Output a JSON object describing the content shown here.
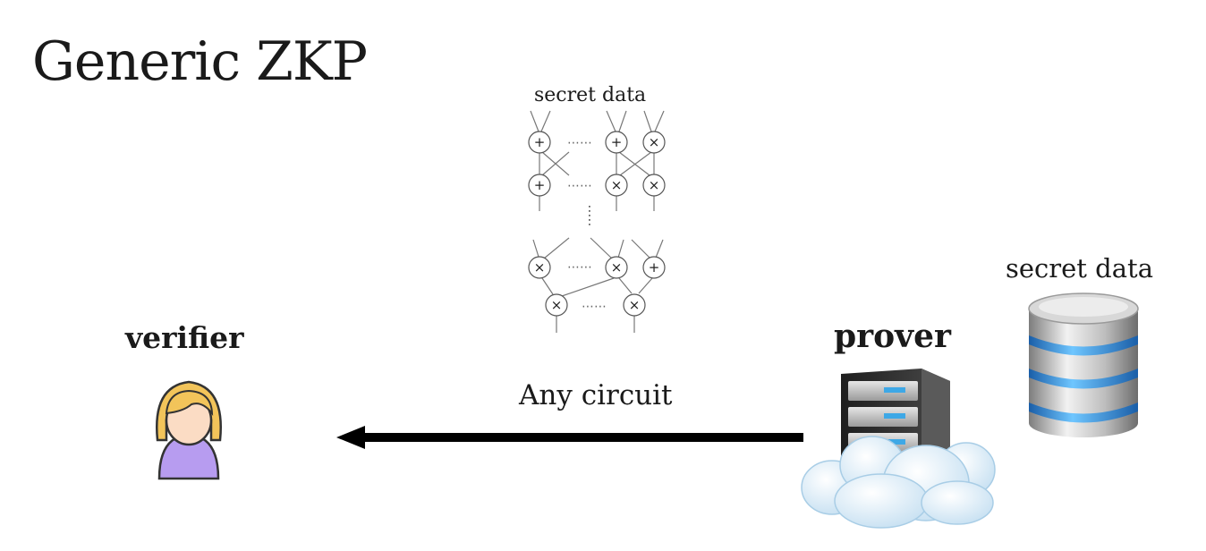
{
  "slide": {
    "title": "Generic ZKP"
  },
  "circuit": {
    "label": "secret data",
    "gates": {
      "row1": [
        "+",
        "+",
        "×"
      ],
      "row2": [
        "+",
        "×",
        "×"
      ],
      "row3": [
        "×",
        "×",
        "+"
      ],
      "row4": [
        "×",
        "×"
      ]
    }
  },
  "verifier": {
    "label": "verifier",
    "icon": "user-avatar-icon"
  },
  "prover": {
    "label": "prover",
    "icon": "server-cloud-icon"
  },
  "database": {
    "label": "secret data",
    "icon": "database-icon"
  },
  "arrow": {
    "label": "Any circuit"
  },
  "colors": {
    "text": "#1a1a1a",
    "arrow": "#000000",
    "avatar_hair": "#f2c45a",
    "avatar_body": "#b79cf0",
    "server_body": "#2a2a2a",
    "server_led": "#3ea8e6",
    "db_band": "#2e8fe0",
    "cloud": "#d9ecf8"
  }
}
